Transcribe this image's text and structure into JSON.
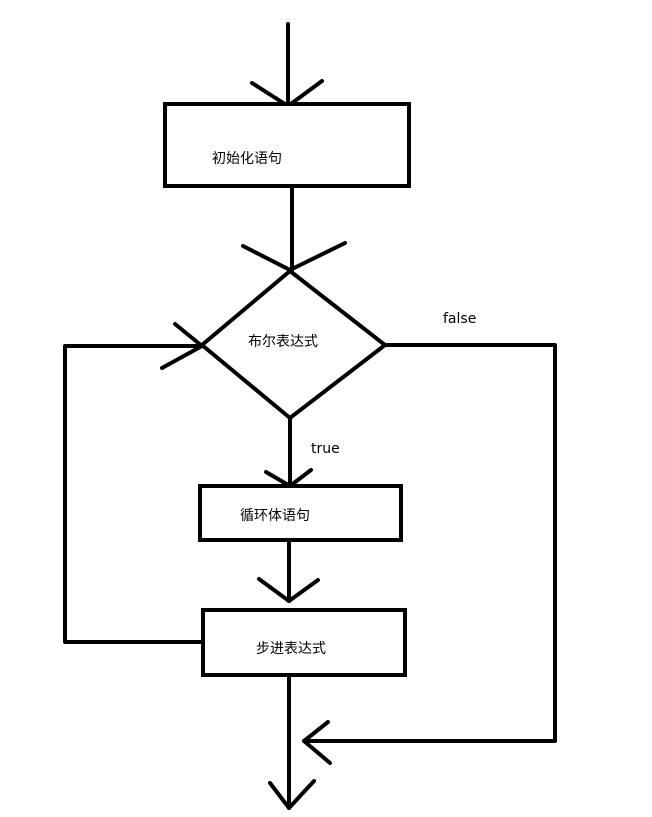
{
  "nodes": {
    "init": {
      "label": "初始化语句"
    },
    "condition": {
      "label": "布尔表达式"
    },
    "body": {
      "label": "循环体语句"
    },
    "step": {
      "label": "步进表达式"
    }
  },
  "edge_labels": {
    "true": "true",
    "false": "false"
  },
  "colors": {
    "stroke": "#000000",
    "background": "#ffffff"
  }
}
